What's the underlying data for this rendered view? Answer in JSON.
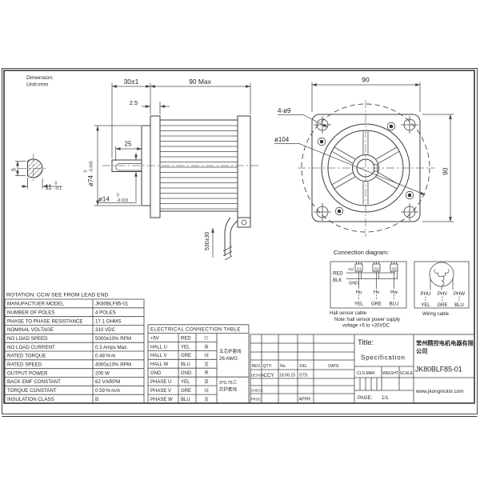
{
  "notes": {
    "dimension_label": "Dimension:",
    "unit_label": "Unit=mm",
    "rotation": "ROTATION: CCW SEE FROM LEAD END"
  },
  "shaft_section": {
    "flat_width": "5",
    "across_flat": "11",
    "tol_top": "0",
    "tol_bot": "-0.1"
  },
  "side_view": {
    "shaft_extension": "30±1",
    "total_length": "90 Max",
    "flange_thickness": "2.5",
    "keyway_length": "25",
    "boss_diameter": "ø74",
    "boss_tol_top": "0",
    "boss_tol_bot": "-0.045",
    "shaft_diameter": "ø14",
    "shaft_tol_top": "0",
    "shaft_tol_bot": "-0.013",
    "cable_length": "530±30"
  },
  "front_view": {
    "width": "90",
    "height": "90",
    "corner_holes": "4-ø9",
    "pilot_circle": "ø104"
  },
  "connection": {
    "title": "Connection diagram:",
    "hall": {
      "sensors": [
        "S1",
        "S2",
        "S3"
      ],
      "plus_v": "+V",
      "gnd": "GND",
      "red": "RED",
      "blk": "BLK",
      "pins": [
        "Hu",
        "Hv",
        "Hw"
      ],
      "colors": [
        "YEL",
        "GRE",
        "BLU"
      ],
      "caption": "Hall sensor cable",
      "note1": "Note: hall sensor power supply",
      "note2": "voltage +5 to +20VDC"
    },
    "wiring": {
      "pins": [
        "PHU",
        "PHV",
        "PHW"
      ],
      "colors": [
        "YEL",
        "GRE",
        "BLU"
      ],
      "caption": "Wiring cable"
    }
  },
  "spec_table": {
    "rows": [
      {
        "label": "MANUFACTUER MODEL",
        "value": "JK80BLF85-01"
      },
      {
        "label": "NUMBER OF POLES",
        "value": "4 POLES"
      },
      {
        "label": "PHASE TO PHASE RESISTANCE",
        "value": "17.1 OHMS"
      },
      {
        "label": "NOMINAL VOLTAGE",
        "value": "310 VDC"
      },
      {
        "label": "NO LOAD SPEED",
        "value": "5000±10% RPM"
      },
      {
        "label": "NO LOAD CURRENT",
        "value": "0.3 Amps Max."
      },
      {
        "label": "RATED TORQUE",
        "value": "0.48 N-m"
      },
      {
        "label": "RATED SPEED",
        "value": "4000±10% RPM"
      },
      {
        "label": "OUTPUT POWER",
        "value": "200 W"
      },
      {
        "label": "BACK EMF CONSTANT",
        "value": "62 V/kRPM"
      },
      {
        "label": "TORQUE CONSTANT",
        "value": "0.59 N-m/A"
      },
      {
        "label": "INSULATION CLASS",
        "value": "B"
      }
    ]
  },
  "elec_table": {
    "title": "ELECTRICAL CONNECTION TABLE",
    "rows": [
      {
        "signal": "+5V",
        "color": "RED",
        "cn": "红"
      },
      {
        "signal": "HALL U",
        "color": "YEL",
        "cn": "黄"
      },
      {
        "signal": "HALL V",
        "color": "GRE",
        "cn": "绿"
      },
      {
        "signal": "HALL W",
        "color": "BLU",
        "cn": "蓝"
      },
      {
        "signal": "GND",
        "color": "GND",
        "cn": "黑"
      },
      {
        "signal": "PHASE U",
        "color": "YEL",
        "cn": "黄"
      },
      {
        "signal": "PHASE V",
        "color": "GRE",
        "cn": "绿"
      },
      {
        "signal": "PHASE W",
        "color": "BLU",
        "cn": "蓝"
      }
    ],
    "cable1_line1": "五芯护套线",
    "cable1_line2": "26 AWG",
    "cable2_line1": "3*0.75三",
    "cable2_line2": "芯护套线"
  },
  "title_block": {
    "headers": {
      "rev": "REV.",
      "qty": "QTY.",
      "no": "No.",
      "sig": "SIG.",
      "date": "DATE"
    },
    "design_label": "DESIGN",
    "design_by": "CCY",
    "design_date": "18.06.15",
    "std": "STD.",
    "check_label": "CHECK",
    "proc_label": "PROC.",
    "appr_label": "APPR.",
    "title_label": "Title:",
    "title_value": "Specification",
    "cls_mak": "CLS.MAK",
    "weight": "WEIGHT",
    "scale": "SCALE",
    "page_label": "PAGE:",
    "page_value": "1/1",
    "company_line1": "常州精控电机电器有限",
    "company_line2": "公司",
    "model": "JK80BLF85-01",
    "website": "www.jkongmotor.com"
  }
}
